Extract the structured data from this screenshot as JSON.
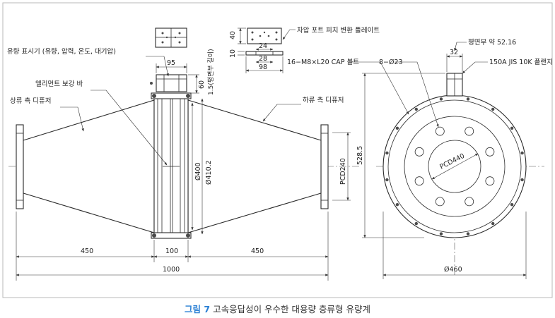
{
  "labels": {
    "flow_indicator": "유량 표시기 (유량, 압력, 온도, 대기압)",
    "element_bar": "엘리먼트 보강 바",
    "upstream_diffuser": "상류 측 디퓨저",
    "downstream_diffuser": "하류 측 디퓨저",
    "diff_plate": "차압 포트 피치 변환 플레이트",
    "cap_bolt": "16−M8×L20 CAP 볼트",
    "holes": "8−Ø23",
    "flatness": "평면부 약 52.16",
    "flange": "150A JIS 10K 플랜지",
    "pcd440": "PCD440",
    "pcd240": "PCD240",
    "dia400": "Ø400",
    "dia410": "Ø410.2",
    "flat_len": "1.5(평면부 길이)"
  },
  "dims": {
    "d95": "95",
    "d60": "60",
    "d40": "40",
    "d10": "10",
    "d24": "24",
    "d28": "28",
    "d98": "98",
    "d32": "32",
    "d450_left": "450",
    "d100": "100",
    "d450_right": "450",
    "d1000": "1000",
    "d528": "528.5",
    "d460": "Ø460"
  },
  "caption": {
    "figure_no": "그림 7",
    "text": "고속응답성이 우수한 대용량 층류형 유량계"
  }
}
